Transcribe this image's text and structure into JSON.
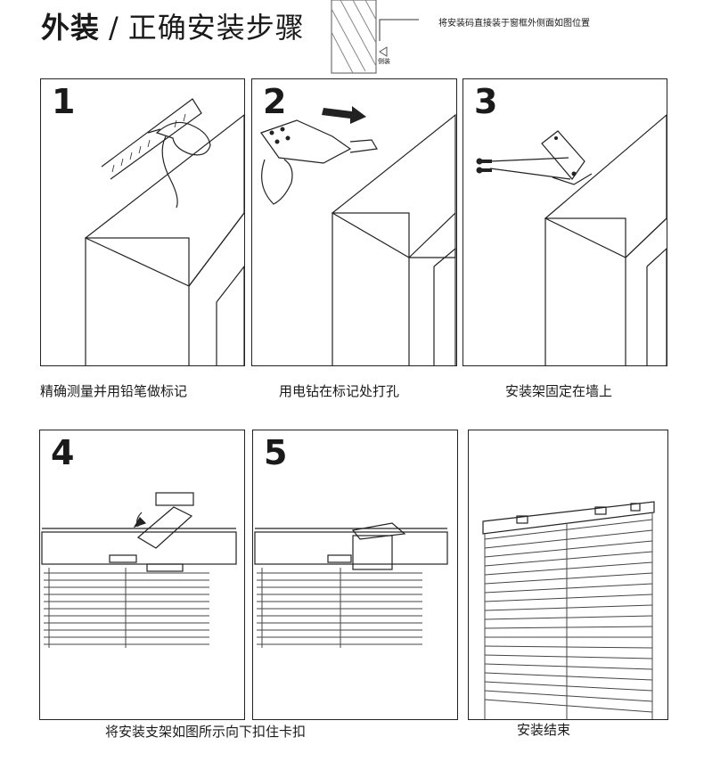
{
  "title": {
    "main": "外装",
    "separator": "/",
    "rest": "正确安装步骤"
  },
  "note": {
    "text": "将安装码直接装于窗框外侧面如图位置",
    "side_label": "侧装"
  },
  "steps": [
    {
      "number": "1",
      "caption": "精确测量并用铅笔做标记"
    },
    {
      "number": "2",
      "caption": "用电钻在标记处打孔"
    },
    {
      "number": "3",
      "caption": "安装架固定在墙上"
    },
    {
      "number": "4",
      "caption": "将安装支架如图所示向下扣住卡扣"
    },
    {
      "number": "5",
      "caption": ""
    },
    {
      "number": "",
      "caption": "安装结束"
    }
  ]
}
